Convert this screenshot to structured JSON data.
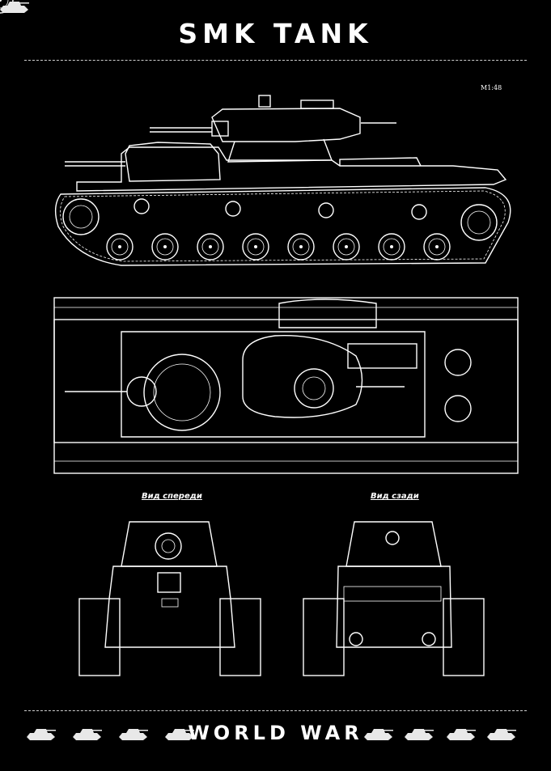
{
  "header": {
    "title": "SMK TANK",
    "scale": "M1:48"
  },
  "views": {
    "front_label": "Вид спереди",
    "rear_label": "Вид сзади"
  },
  "footer": {
    "text": "WORLD WAR"
  },
  "colors": {
    "background": "#000000",
    "lines": "#ffffff"
  },
  "icons": [
    "tank-silhouette-icon"
  ]
}
